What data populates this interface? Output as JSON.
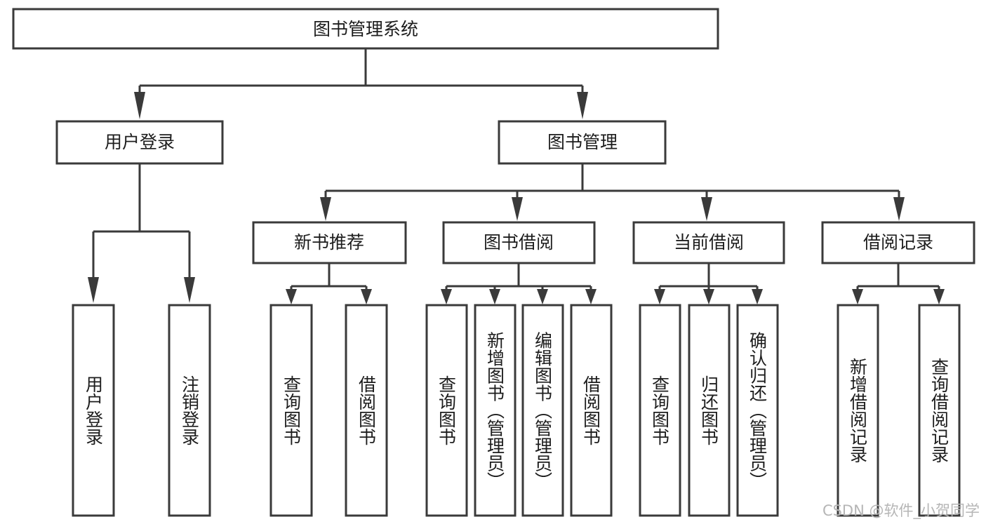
{
  "diagram": {
    "title": "图书管理系统",
    "type": "tree-hierarchy-chart",
    "root": {
      "label": "图书管理系统",
      "level": 0
    },
    "level1": [
      {
        "label": "用户登录"
      },
      {
        "label": "图书管理"
      }
    ],
    "level2_under_yonghudenglu": [
      {
        "label": "用户登录"
      },
      {
        "label": "注销登录"
      }
    ],
    "level2_under_tushuguanli": [
      {
        "label": "新书推荐"
      },
      {
        "label": "图书借阅"
      },
      {
        "label": "当前借阅"
      },
      {
        "label": "借阅记录"
      }
    ],
    "level3_under_xinshutuijian": [
      {
        "label": "查询图书"
      },
      {
        "label": "借阅图书"
      }
    ],
    "level3_under_tushujieyue": [
      {
        "label": "查询图书"
      },
      {
        "label": "新增图书（管理员）"
      },
      {
        "label": "编辑图书（管理员）"
      },
      {
        "label": "借阅图书"
      }
    ],
    "level3_under_dangqianjieyue": [
      {
        "label": "查询图书"
      },
      {
        "label": "归还图书"
      },
      {
        "label": "确认归还（管理员）"
      }
    ],
    "level3_under_jieyuejilu": [
      {
        "label": "新增借阅记录"
      },
      {
        "label": "查询借阅记录"
      }
    ],
    "colors": {
      "box_stroke": "#3a3a3a",
      "box_fill": "#ffffff",
      "text": "#1d1d1d",
      "connector": "#3a3a3a",
      "watermark": "#b6b6b6",
      "background": "#ffffff"
    }
  },
  "watermark": {
    "text": "CSDN @软件_小贺同学"
  }
}
